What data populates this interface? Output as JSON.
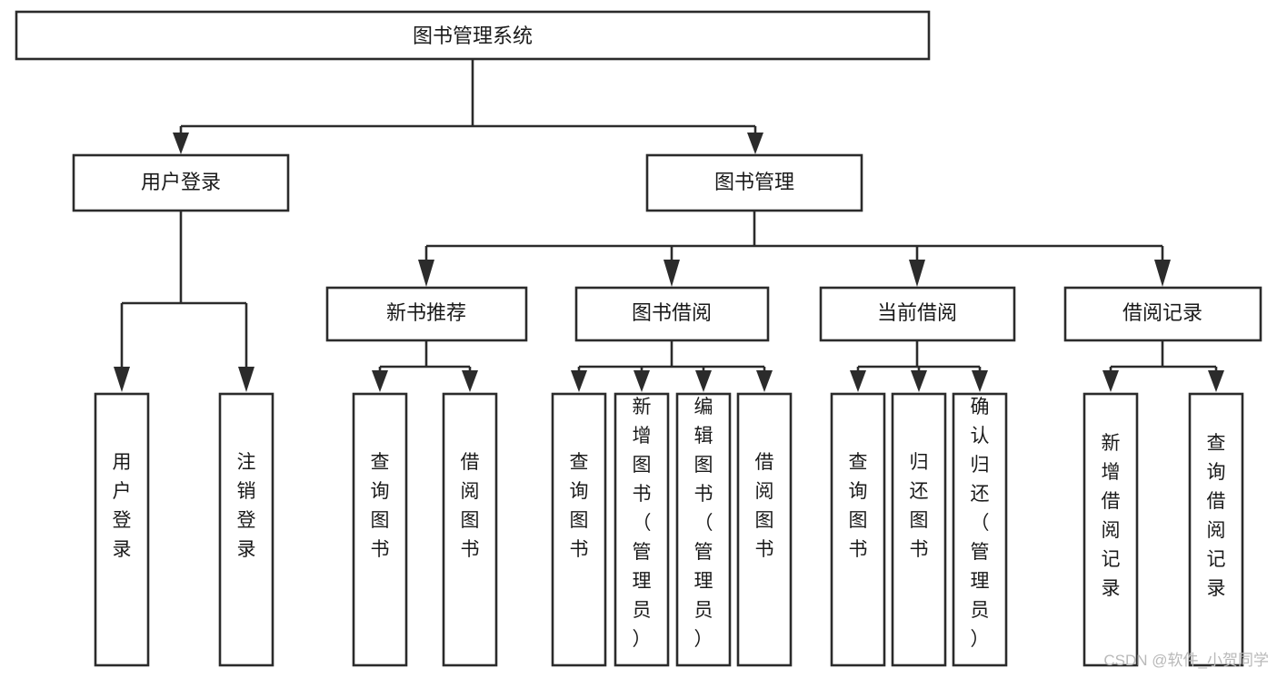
{
  "diagram": {
    "title": "图书管理系统",
    "type": "hierarchy-tree",
    "root": {
      "id": "root",
      "label": "图书管理系统",
      "orientation": "horizontal"
    },
    "level2": [
      {
        "id": "user-login",
        "label": "用户登录",
        "orientation": "horizontal"
      },
      {
        "id": "book-management",
        "label": "图书管理",
        "orientation": "horizontal"
      }
    ],
    "level3": [
      {
        "id": "new-book-recommend",
        "label": "新书推荐",
        "orientation": "horizontal"
      },
      {
        "id": "book-borrow",
        "label": "图书借阅",
        "orientation": "horizontal"
      },
      {
        "id": "current-borrow",
        "label": "当前借阅",
        "orientation": "horizontal"
      },
      {
        "id": "borrow-record",
        "label": "借阅记录",
        "orientation": "horizontal"
      }
    ],
    "leaves": {
      "user-login": [
        {
          "id": "leaf-user-login",
          "label": "用户登录",
          "orientation": "vertical"
        },
        {
          "id": "leaf-logout-login",
          "label": "注销登录",
          "orientation": "vertical"
        }
      ],
      "new-book-recommend": [
        {
          "id": "leaf-query-book-1",
          "label": "查询图书",
          "orientation": "vertical"
        },
        {
          "id": "leaf-borrow-book-1",
          "label": "借阅图书",
          "orientation": "vertical"
        }
      ],
      "book-borrow": [
        {
          "id": "leaf-query-book-2",
          "label": "查询图书",
          "orientation": "vertical"
        },
        {
          "id": "leaf-add-book",
          "label": "新增图书（管理员）",
          "orientation": "vertical"
        },
        {
          "id": "leaf-edit-book",
          "label": "编辑图书（管理员）",
          "orientation": "vertical"
        },
        {
          "id": "leaf-borrow-book-2",
          "label": "借阅图书",
          "orientation": "vertical"
        }
      ],
      "current-borrow": [
        {
          "id": "leaf-query-book-3",
          "label": "查询图书",
          "orientation": "vertical"
        },
        {
          "id": "leaf-return-book",
          "label": "归还图书",
          "orientation": "vertical"
        },
        {
          "id": "leaf-confirm-return",
          "label": "确认归还（管理员）",
          "orientation": "vertical"
        }
      ],
      "borrow-record": [
        {
          "id": "leaf-add-record",
          "label": "新增借阅记录",
          "orientation": "vertical"
        },
        {
          "id": "leaf-query-record",
          "label": "查询借阅记录",
          "orientation": "vertical"
        }
      ]
    }
  },
  "watermark": {
    "text": "CSDN @软件_小贺同学"
  },
  "colors": {
    "background": "#ffffff",
    "node_fill": "#ffffff",
    "node_stroke": "#2b2b2b",
    "text": "#1a1a1a",
    "watermark": "#b9b9b9"
  }
}
